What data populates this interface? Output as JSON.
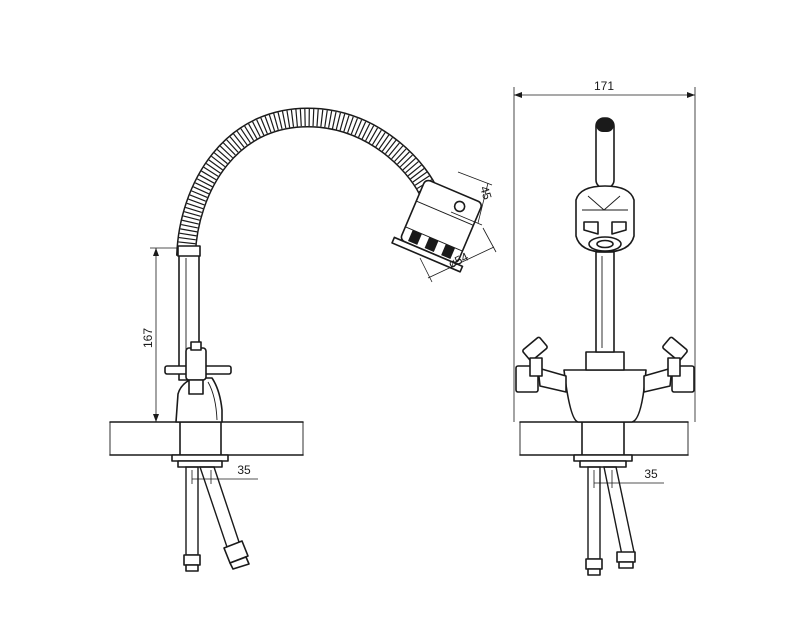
{
  "dimensions": {
    "width_top": "171",
    "height_side": "167",
    "head_height": "45",
    "head_diameter": "ø54",
    "hose_spacing_left": "35",
    "hose_spacing_right": "35"
  },
  "colors": {
    "stroke": "#1a1a1a",
    "background": "#ffffff"
  }
}
